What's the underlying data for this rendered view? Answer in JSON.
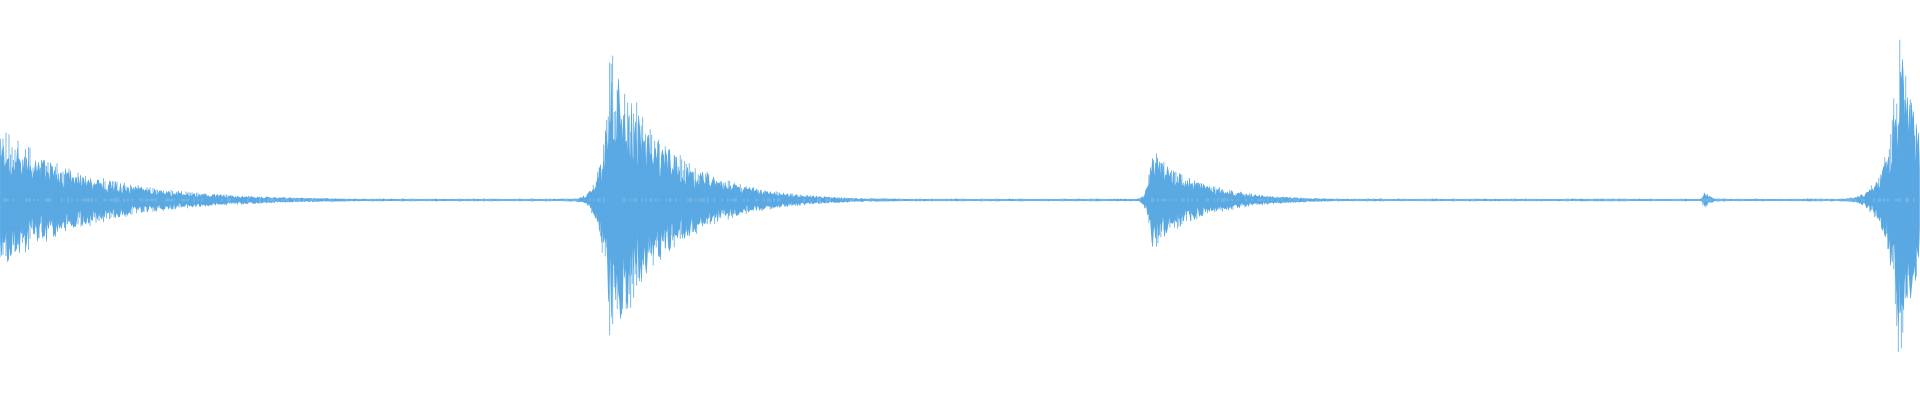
{
  "waveform": {
    "color": "#5aa9e3",
    "background": "#ffffff",
    "baseline_color": "#8ec3ec",
    "duration_fraction_markers": [],
    "bursts": [
      {
        "position": 0.0,
        "peak": 0.42,
        "decay": 0.045,
        "attack": 0.002,
        "density": 0.9
      },
      {
        "position": 0.318,
        "peak": 0.88,
        "decay": 0.03,
        "attack": 0.004,
        "density": 1.0
      },
      {
        "position": 0.6,
        "peak": 0.3,
        "decay": 0.025,
        "attack": 0.002,
        "density": 0.9
      },
      {
        "position": 0.888,
        "peak": 0.06,
        "decay": 0.003,
        "attack": 0.001,
        "density": 0.6
      },
      {
        "position": 0.99,
        "peak": 1.0,
        "decay": 0.012,
        "attack": 0.006,
        "density": 1.0
      }
    ],
    "noise_floor": 0.008
  }
}
